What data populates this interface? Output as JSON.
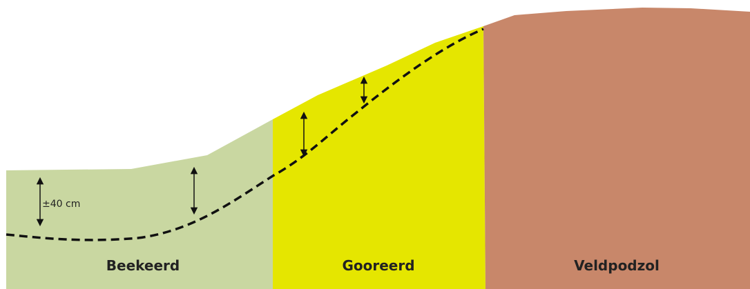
{
  "zones": [
    {
      "label": "Beekeerd",
      "color": "#c9d7a1"
    },
    {
      "label": "Gooreerd",
      "color": "#e5e600"
    },
    {
      "label": "Veldpodzol",
      "color": "#c8876a"
    }
  ],
  "measurement": {
    "label": "±40 cm"
  }
}
